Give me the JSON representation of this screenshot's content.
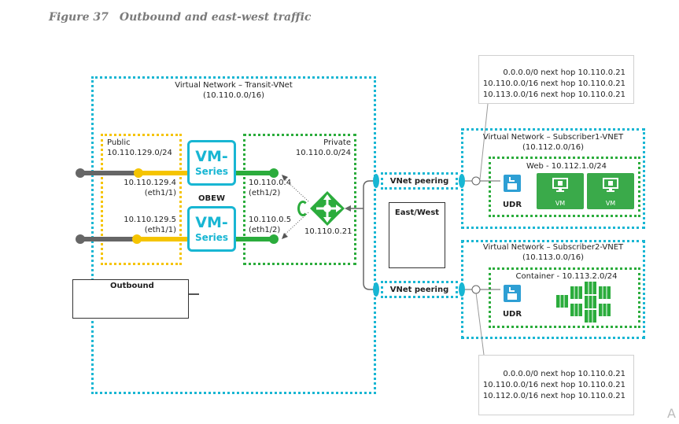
{
  "figure": {
    "number": "Figure 37",
    "title": "Outbound and east-west traffic"
  },
  "colors": {
    "blue": "#18b6d3",
    "yellow": "#f5c400",
    "green": "#2bac3c",
    "vm_green": "#3aaa4a",
    "gray": "#666666"
  },
  "transit": {
    "name": "Virtual Network – Transit-VNet",
    "cidr": "(10.110.0.0/16)"
  },
  "public": {
    "label": "Public",
    "cidr": "10.110.129.0/24"
  },
  "private": {
    "label": "Private",
    "cidr": "10.110.0.0/24"
  },
  "firewalls": [
    {
      "brand": "VM-",
      "product": "Series",
      "public_ip": "10.110.129.4",
      "public_if": "(eth1/1)",
      "private_ip": "10.110.0.4",
      "private_if": "(eth1/2)"
    },
    {
      "brand": "VM-",
      "product": "Series",
      "public_ip": "10.110.129.5",
      "public_if": "(eth1/1)",
      "private_ip": "10.110.0.5",
      "private_if": "(eth1/2)"
    }
  ],
  "obew_label": "OBEW",
  "load_balancer_ip": "10.110.0.21",
  "outbound_label": "Outbound",
  "east_west_label": "East/West",
  "peering": [
    {
      "label": "VNet peering"
    },
    {
      "label": "VNet peering"
    }
  ],
  "subscriber1": {
    "name": "Virtual Network – Subscriber1-VNET",
    "cidr": "(10.112.0.0/16)",
    "subnet": "Web - 10.112.1.0/24",
    "udr": "UDR",
    "vms": [
      "VM",
      "VM"
    ],
    "routes": [
      "0.0.0.0/0 next hop 10.110.0.21",
      "10.110.0.0/16 next hop 10.110.0.21",
      "10.113.0.0/16 next hop 10.110.0.21"
    ]
  },
  "subscriber2": {
    "name": "Virtual Network – Subscriber2-VNET",
    "cidr": "(10.113.0.0/16)",
    "subnet": "Container - 10.113.2.0/24",
    "udr": "UDR",
    "routes": [
      "0.0.0.0/0 next hop 10.110.0.21",
      "10.110.0.0/16 next hop 10.110.0.21",
      "10.112.0.0/16 next hop 10.110.0.21"
    ]
  },
  "page_corner": "A"
}
